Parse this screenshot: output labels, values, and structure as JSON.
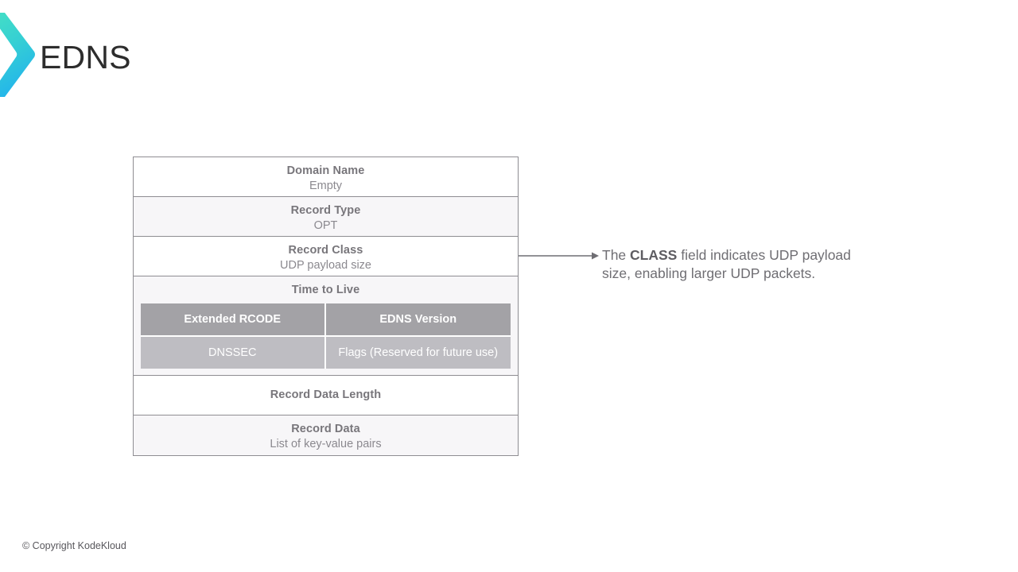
{
  "header": {
    "title": "EDNS",
    "logo_icon": "kodekloud-chevron-logo",
    "logo_gradient_from": "#3fd8c0",
    "logo_gradient_to": "#2ab7e8"
  },
  "packet_table": {
    "border_color": "#8e8d92",
    "tint_row_color": "#f7f6f8",
    "rows": [
      {
        "name": "domain-name",
        "title": "Domain Name",
        "value": "Empty",
        "shade": "white"
      },
      {
        "name": "record-type",
        "title": "Record Type",
        "value": "OPT",
        "shade": "tint"
      },
      {
        "name": "record-class",
        "title": "Record Class",
        "value": "UDP payload size",
        "shade": "white"
      },
      {
        "name": "record-data-length",
        "title": "Record Data Length",
        "value": "",
        "shade": "white"
      },
      {
        "name": "record-data",
        "title": "Record Data",
        "value": "List of key-value pairs",
        "shade": "tint"
      }
    ],
    "ttl": {
      "title": "Time to Live",
      "shade": "tint",
      "dark_cell_color": "#a3a2a6",
      "light_cell_color": "#bebdc2",
      "sub_rows": [
        {
          "left": "Extended RCODE",
          "right": "EDNS Version"
        },
        {
          "left": "DNSSEC",
          "right": "Flags (Reserved for future use)"
        }
      ]
    }
  },
  "callout": {
    "arrow_icon": "right-arrow-icon",
    "arrow_color": "#6f6e73",
    "text_lead": "The ",
    "text_emphasis": "CLASS",
    "text_rest": " field indicates UDP payload size, enabling larger UDP packets."
  },
  "footer": {
    "copyright": "© Copyright KodeKloud"
  }
}
